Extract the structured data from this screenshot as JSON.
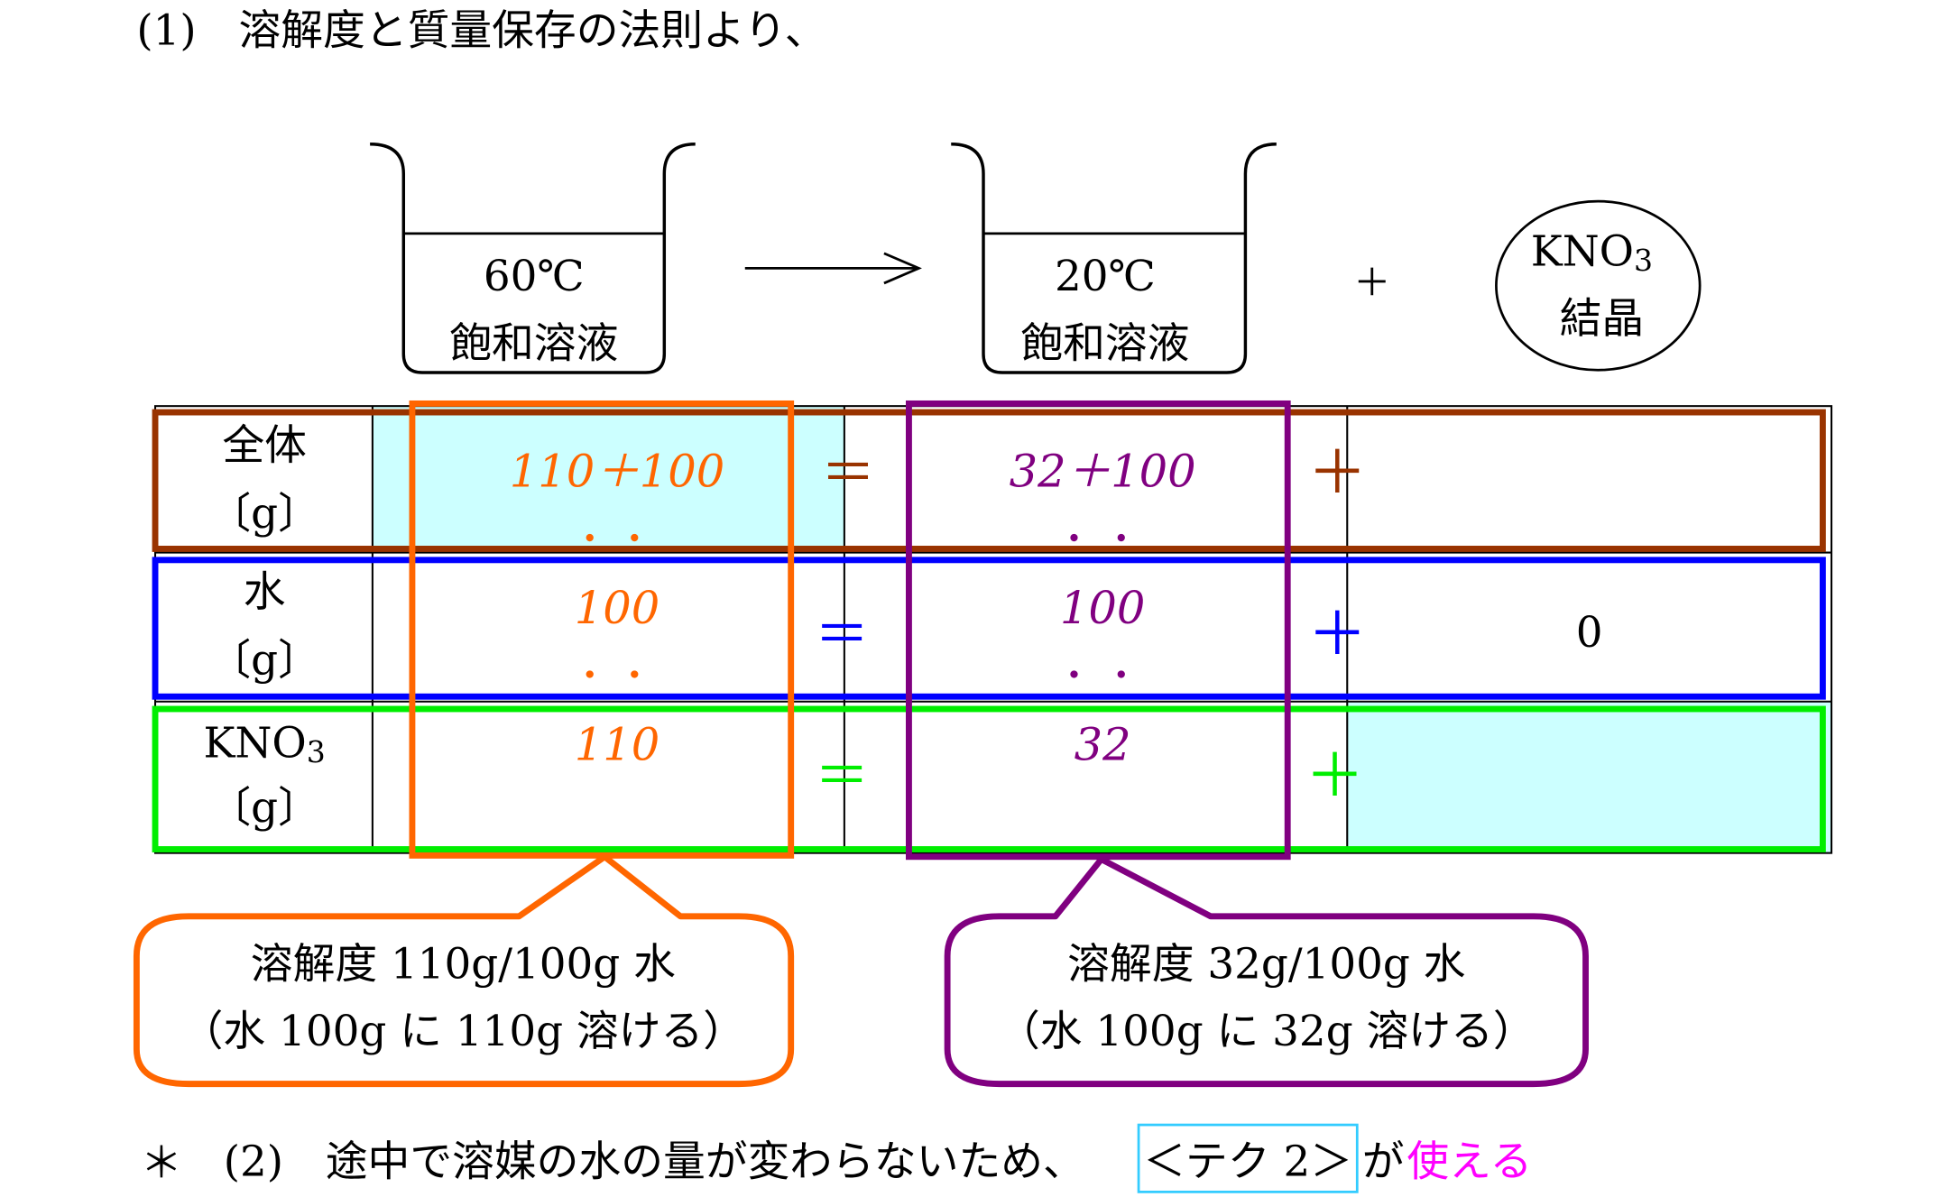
{
  "heading": "(1)　溶解度と質量保存の法則より、",
  "beaker_before": {
    "temp": "60℃",
    "label": "飽和溶液"
  },
  "beaker_after": {
    "temp": "20℃",
    "label": "飽和溶液"
  },
  "plus_sign": "＋",
  "crystal": {
    "formula": "KNO",
    "subscript": "3",
    "label": "結晶"
  },
  "table": {
    "rows": [
      {
        "label": "全体",
        "unit": "〔g〕",
        "before": "110＋100",
        "eq": "＝",
        "after": "32＋100",
        "plus": "＋",
        "crystal": "",
        "color": "#993300"
      },
      {
        "label": "水",
        "unit": "〔g〕",
        "before": "100",
        "eq": "＝",
        "after": "100",
        "plus": "＋",
        "crystal": "0",
        "color": "#0000ff"
      },
      {
        "label": "KNO",
        "label_sub": "3",
        "unit": "〔g〕",
        "before": "110",
        "eq": "＝",
        "after": "32",
        "plus": "＋",
        "crystal": "",
        "color": "#00ee00"
      }
    ],
    "before_color": "#ff6600",
    "after_color": "#800080",
    "highlight_color": "#ccffff"
  },
  "callouts": [
    {
      "line1": "溶解度 110g/100g 水",
      "line2": "（水 100g に 110g 溶ける）"
    },
    {
      "line1": "溶解度 32g/100g 水",
      "line2": "（水 100g に 32g 溶ける）"
    }
  ],
  "footer": {
    "star": "＊",
    "text": "(2)　途中で溶媒の水の量が変わらないため、",
    "boxed": "＜テク 2＞",
    "ga": "が",
    "highlight": "使える",
    "highlight_color": "#ff00ff"
  }
}
